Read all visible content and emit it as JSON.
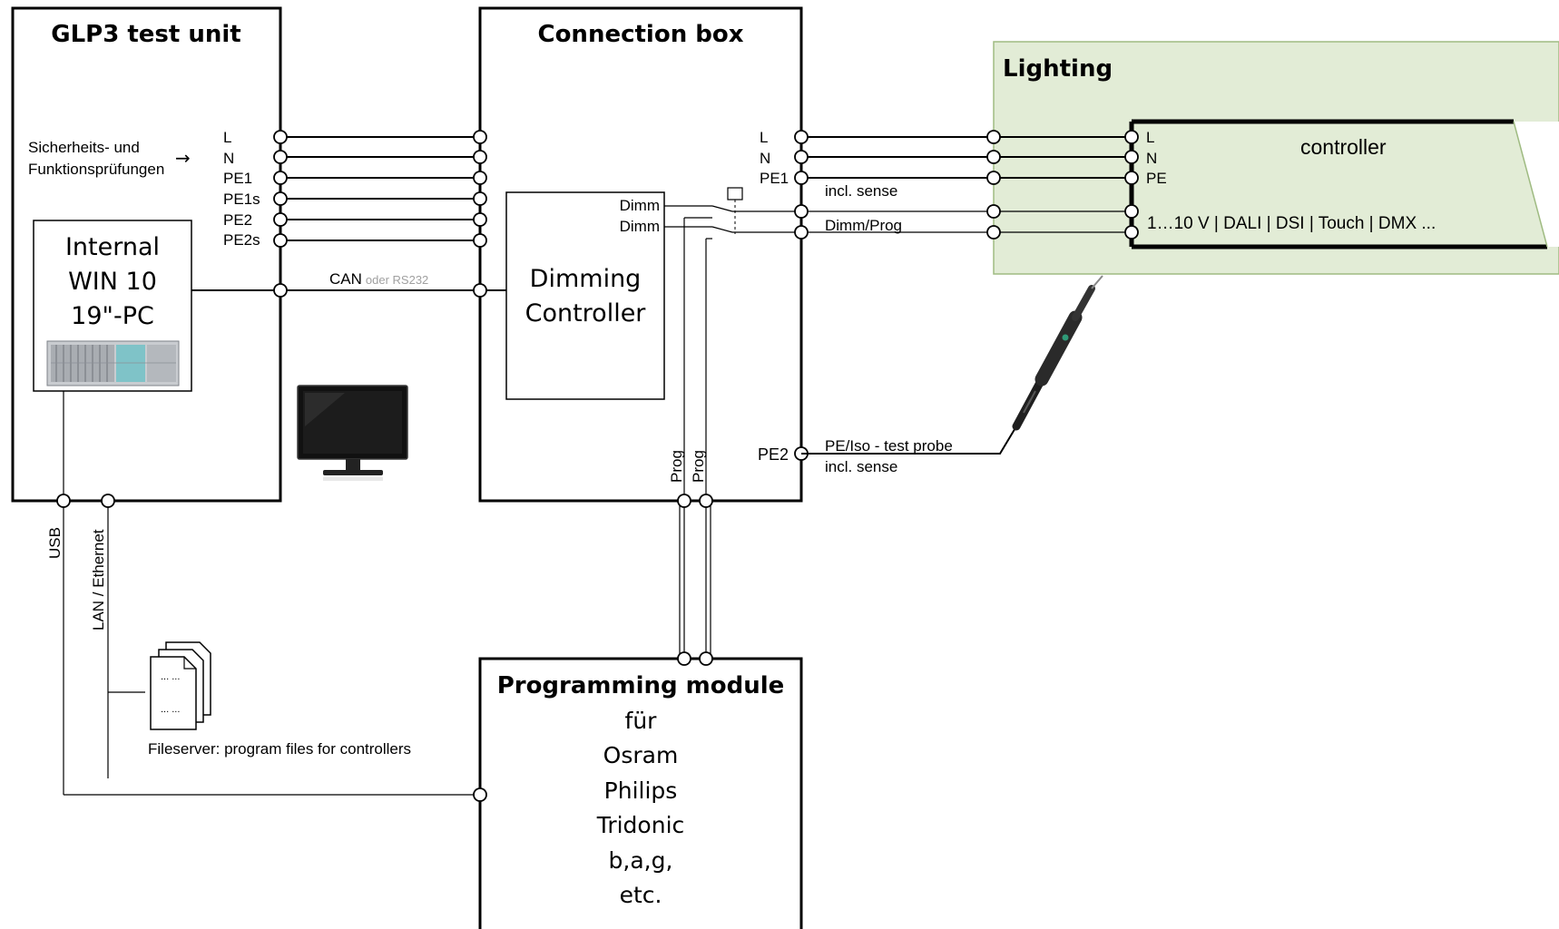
{
  "blocks": {
    "test_unit_title": "GLP3 test unit",
    "connection_box_title": "Connection box",
    "lighting_title": "Lighting",
    "controller_title": "controller",
    "programming_title": "Programming module",
    "programming_lines": [
      "für",
      "Osram",
      "Philips",
      "Tridonic",
      "b,a,g,",
      "etc."
    ],
    "dimming_controller": [
      "Dimming",
      "Controller"
    ],
    "internal_pc": [
      "Internal",
      "WIN 10",
      "19\"-PC"
    ]
  },
  "labels": {
    "safety_tests": [
      "Sicherheits- und",
      "Funktionsprüfungen"
    ],
    "arrow": "→",
    "test_unit_terminals": [
      "L",
      "N",
      "PE1",
      "PE1s",
      "PE2",
      "PE2s"
    ],
    "can": "CAN",
    "can_alt": "oder RS232",
    "dimm": [
      "Dimm",
      "Dimm"
    ],
    "conn_out_terminals": [
      "L",
      "N",
      "PE1"
    ],
    "incl_sense": "incl. sense",
    "dimm_prog": "Dimm/Prog",
    "controller_terminals": [
      "L",
      "N",
      "PE"
    ],
    "controller_interfaces": "1…10 V | DALI | DSI | Touch | DMX ...",
    "prog": [
      "Prog",
      "Prog"
    ],
    "pe2": "PE2",
    "probe_line1": "PE/Iso - test probe",
    "probe_line2": "incl. sense",
    "usb": "USB",
    "lan": "LAN / Ethernet",
    "files_dots": "... ...",
    "fileserver": "Fileserver: program files for controllers"
  },
  "colors": {
    "lighting_fill": "#e2ecd6",
    "lighting_border": "#9fbb82",
    "muted_text": "#a0a0a0"
  }
}
